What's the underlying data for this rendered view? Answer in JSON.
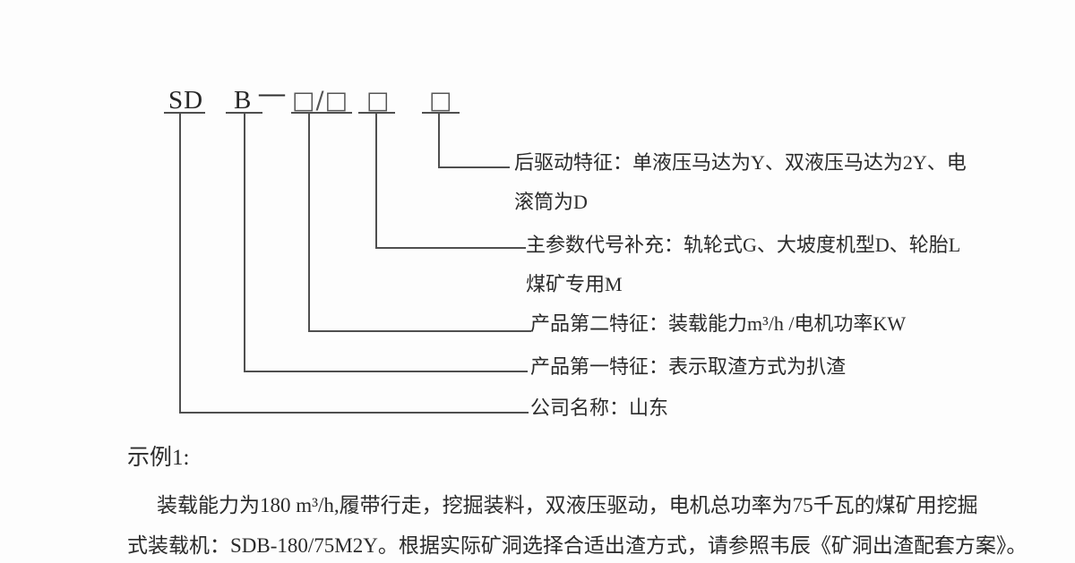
{
  "model_code": {
    "company_code": "SD",
    "feature_code": "B",
    "dash": "—",
    "placeholder_pair": "□/□",
    "placeholder_3": "□",
    "placeholder_4": "□"
  },
  "callouts": [
    {
      "id": "rear-drive-feature",
      "lines": [
        "后驱动特征：单液压马达为Y、双液压马达为2Y、电",
        "滚筒为D"
      ]
    },
    {
      "id": "main-parameter-supplement",
      "lines": [
        "主参数代号补充：轨轮式G、大坡度机型D、轮胎L",
        "煤矿专用M"
      ]
    },
    {
      "id": "second-product-feature",
      "lines": [
        "产品第二特征：装载能力m³/h /电机功率KW"
      ]
    },
    {
      "id": "first-product-feature",
      "lines": [
        "产品第一特征：表示取渣方式为扒渣"
      ]
    },
    {
      "id": "company-name",
      "lines": [
        "公司名称：山东"
      ]
    }
  ],
  "example": {
    "heading": "示例1:",
    "lines": [
      "装载能力为180 m³/h,履带行走，挖掘装料，双液压驱动，电机总功率为75千瓦的煤矿用挖掘",
      "式装载机：SDB-180/75M2Y。根据实际矿洞选择合适出渣方式，请参照韦辰《矿洞出渣配套方案》。"
    ]
  },
  "colors": {
    "line": "#4f4f4f",
    "text": "#2b2b2b",
    "background": "#fdfdfd"
  }
}
